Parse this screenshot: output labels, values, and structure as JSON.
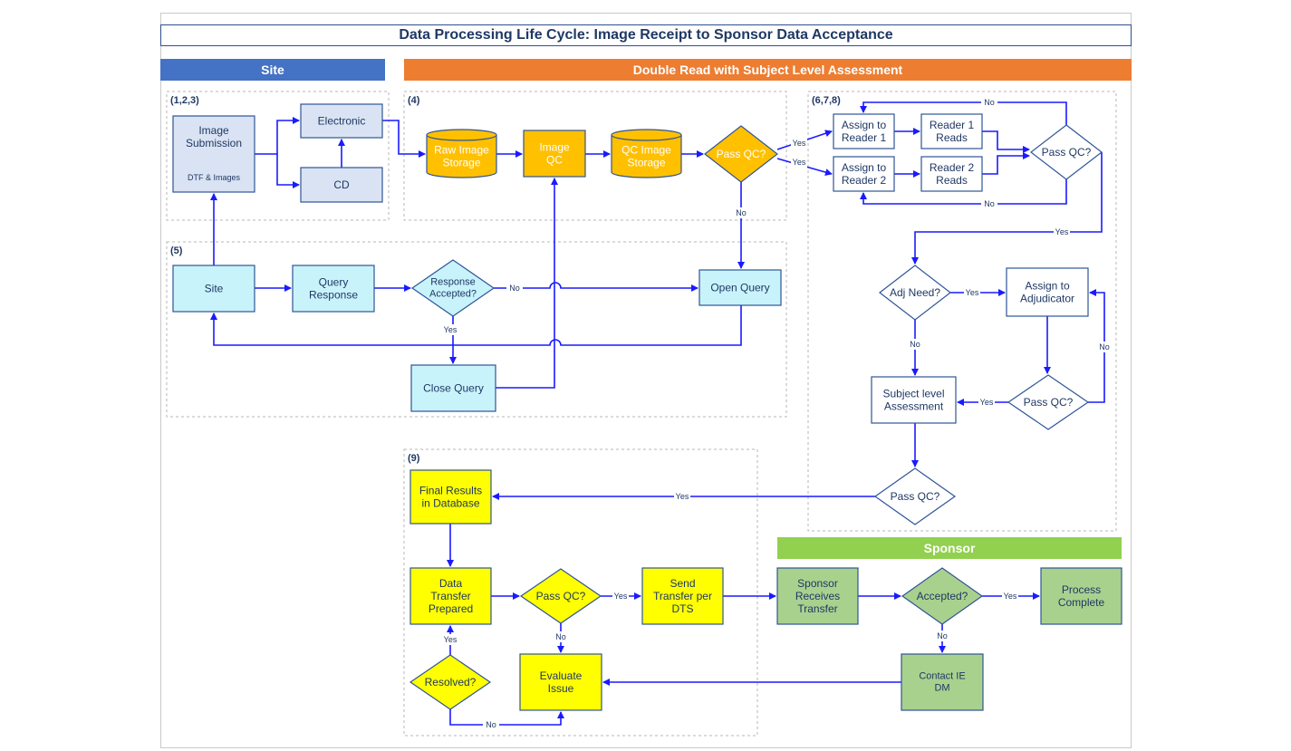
{
  "title": "Data Processing Life Cycle: Image Receipt to Sponsor Data Acceptance",
  "bands": {
    "site": "Site",
    "double_read": "Double Read with Subject Level Assessment",
    "sponsor": "Sponsor"
  },
  "groups": {
    "g123": "(1,2,3)",
    "g4": "(4)",
    "g5": "(5)",
    "g678": "(6,7,8)",
    "g9": "(9)"
  },
  "nodes": {
    "image_submission": [
      "Image",
      "Submission"
    ],
    "image_submission_sub": "DTF & Images",
    "electronic": [
      "Electronic"
    ],
    "cd": [
      "CD"
    ],
    "raw_image_storage": [
      "Raw Image",
      "Storage"
    ],
    "image_qc": [
      "Image",
      "QC"
    ],
    "qc_image_storage": [
      "QC Image",
      "Storage"
    ],
    "pass_qc_1": [
      "Pass QC?"
    ],
    "assign_reader_1": [
      "Assign to",
      "Reader 1"
    ],
    "assign_reader_2": [
      "Assign to",
      "Reader 2"
    ],
    "reader_1_reads": [
      "Reader 1",
      "Reads"
    ],
    "reader_2_reads": [
      "Reader 2",
      "Reads"
    ],
    "pass_qc_2": [
      "Pass QC?"
    ],
    "site": [
      "Site"
    ],
    "query_response": [
      "Query",
      "Response"
    ],
    "response_accepted": [
      "Response",
      "Accepted?"
    ],
    "open_query": [
      "Open Query"
    ],
    "close_query": [
      "Close Query"
    ],
    "adj_need": [
      "Adj Need?"
    ],
    "assign_adjudicator": [
      "Assign to",
      "Adjudicator"
    ],
    "pass_qc_3": [
      "Pass QC?"
    ],
    "subject_level_assessment": [
      "Subject level",
      "Assessment"
    ],
    "pass_qc_4": [
      "Pass QC?"
    ],
    "final_results": [
      "Final Results",
      "in Database"
    ],
    "data_transfer_prepared": [
      "Data",
      "Transfer",
      "Prepared"
    ],
    "pass_qc_5": [
      "Pass QC?"
    ],
    "send_transfer": [
      "Send",
      "Transfer per",
      "DTS"
    ],
    "sponsor_receives": [
      "Sponsor",
      "Receives",
      "Transfer"
    ],
    "accepted": [
      "Accepted?"
    ],
    "process_complete": [
      "Process",
      "Complete"
    ],
    "resolved": [
      "Resolved?"
    ],
    "evaluate_issue": [
      "Evaluate",
      "Issue"
    ],
    "contact_ie_dm": [
      "Contact IE",
      "DM"
    ]
  },
  "edge_labels": {
    "yes": "Yes",
    "no": "No"
  },
  "colors": {
    "arrow": "#1a1aff",
    "site_box": "#dae3f3",
    "cyan_box": "#c9f3fb",
    "orange_box": "#ffc000",
    "yellow_box": "#ffff00",
    "green_box": "#a9d18e",
    "blue_stroke": "#2f5597"
  }
}
